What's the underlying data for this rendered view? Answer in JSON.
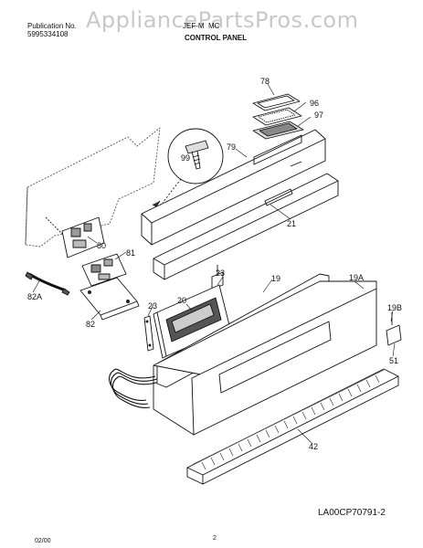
{
  "watermark": "AppliancePartsPros.com",
  "header": {
    "publication_label": "Publication No.",
    "publication_number": "5995334108",
    "model_partial": "JEF-M  MC",
    "section_title": "CONTROL PANEL"
  },
  "diagram_code": "LA00CP70791-2",
  "footer": {
    "date": "02/00",
    "page": "2"
  },
  "callouts": {
    "c78": "78",
    "c96": "96",
    "c97": "97",
    "c79": "79",
    "c99": "99",
    "c21": "21",
    "c80": "80",
    "c81": "81",
    "c82A": "82A",
    "c82": "82",
    "c23a": "23",
    "c23b": "23",
    "c20": "20",
    "c19": "19",
    "c19A": "19A",
    "c19B": "19B",
    "c51": "51",
    "c42": "42"
  }
}
